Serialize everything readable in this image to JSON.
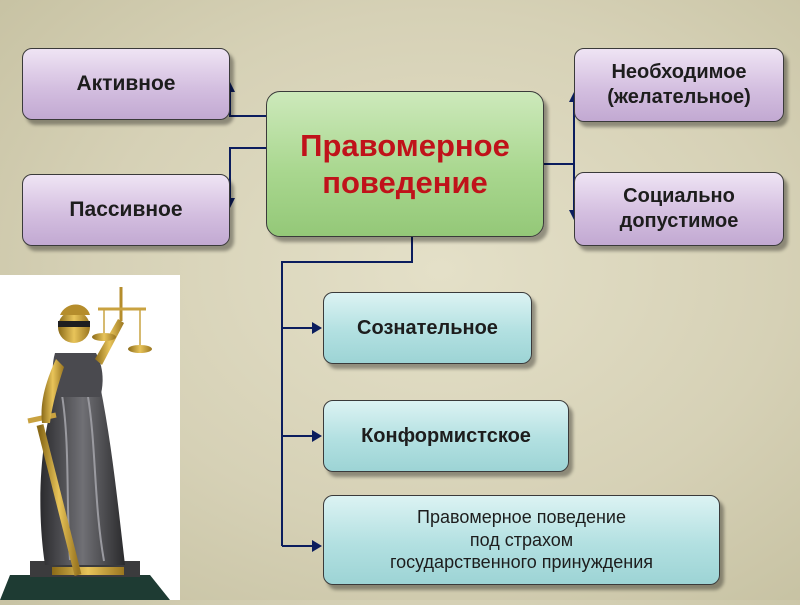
{
  "diagram": {
    "center": "Правомерное\nповедение",
    "left": {
      "top": "Активное",
      "bottom": "Пассивное"
    },
    "right": {
      "top": "Необходимое\n(желательное)",
      "bottom": "Социально\nдопустимое"
    },
    "bottom_branch": [
      "Сознательное",
      "Конформистское",
      "Правомерное поведение\nпод страхом\nгосударственного принуждения"
    ]
  },
  "colors": {
    "center_text": "#c0121a",
    "line": "#0b1d5e"
  }
}
